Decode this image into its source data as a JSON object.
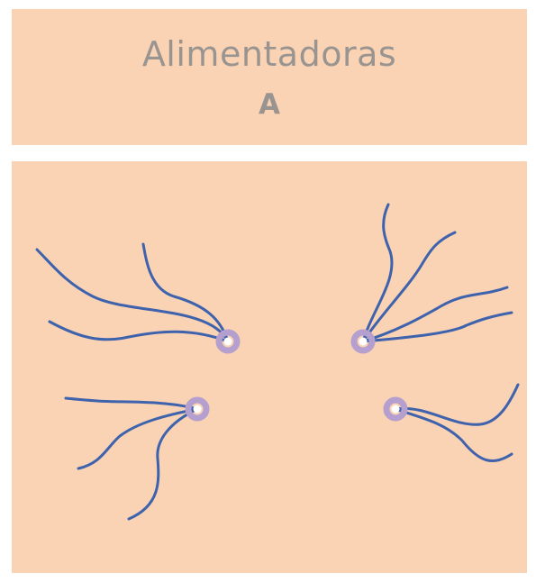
{
  "header": {
    "title": "Alimentadoras",
    "label": "A"
  },
  "colors": {
    "panel_background": "#f9d3b4",
    "text": "#9a9490",
    "hyphae": "#3f62ad",
    "hub_ring": "#b49fcf",
    "hub_center": "#ffffff"
  },
  "diagram": {
    "clusters": [
      {
        "name": "upper-left-cluster",
        "hyphae_count": 3
      },
      {
        "name": "upper-right-cluster",
        "hyphae_count": 4
      },
      {
        "name": "lower-left-cluster",
        "hyphae_count": 3
      },
      {
        "name": "lower-right-cluster",
        "hyphae_count": 2
      }
    ]
  }
}
